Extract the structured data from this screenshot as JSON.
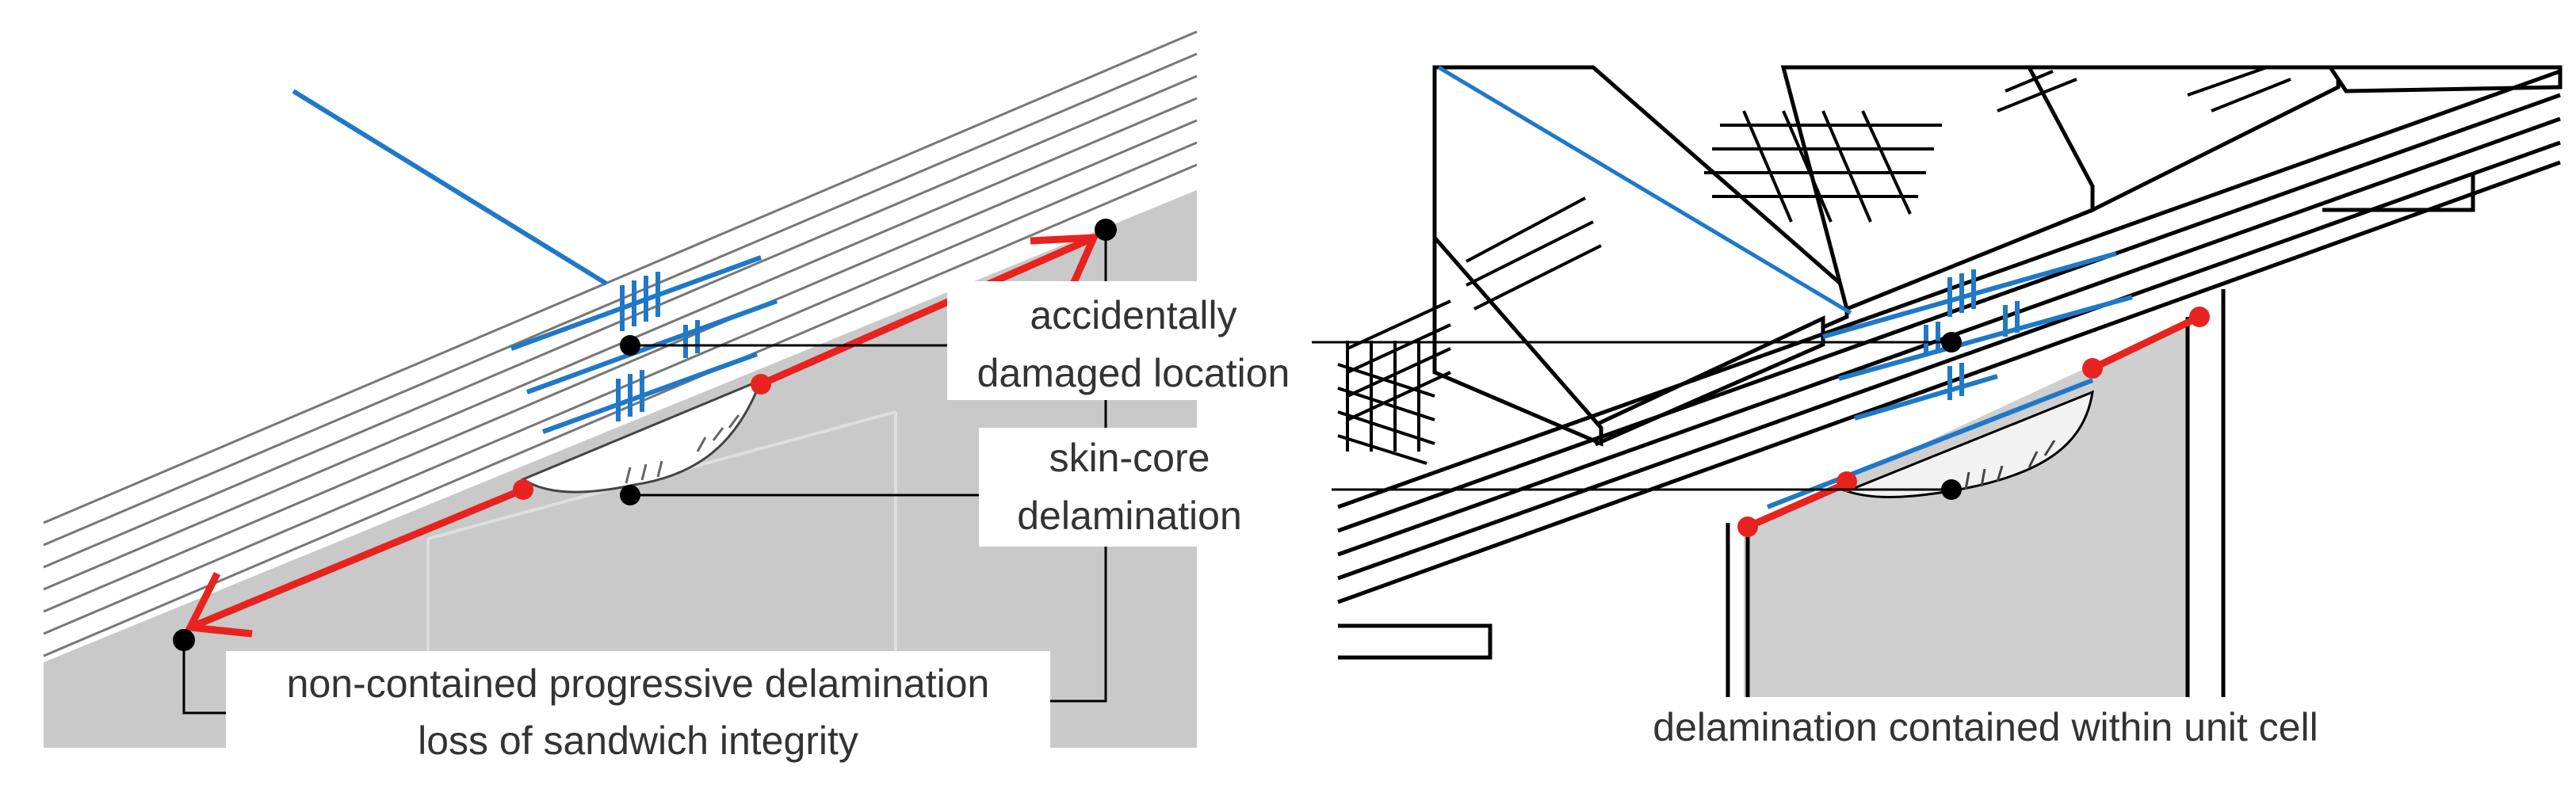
{
  "left_panel": {
    "label_damage_line1": "accidentally",
    "label_damage_line2": "damaged location",
    "label_delam_line1": "skin-core",
    "label_delam_line2": "delamination",
    "caption_line1": "non-contained progressive delamination",
    "caption_line2": "loss of sandwich integrity"
  },
  "right_panel": {
    "caption": "delamination contained within unit cell"
  },
  "colors": {
    "core_fill": "#c9c9c9",
    "skin_lines": "#777777",
    "damage_blue": "#1f78c8",
    "delamination_red": "#e8231f",
    "marker_black": "#000000"
  }
}
